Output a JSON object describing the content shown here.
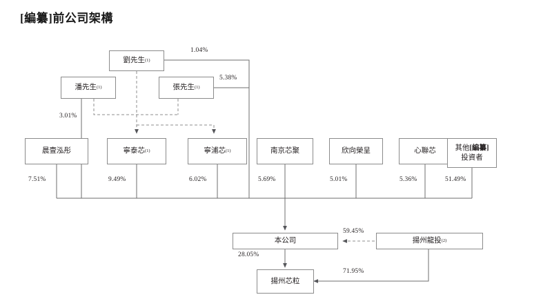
{
  "title": "[編纂]前公司架構",
  "nodes": {
    "liu": {
      "label": "劉先生",
      "note": "(1)"
    },
    "pan": {
      "label": "潘先生",
      "note": "(1)"
    },
    "zhang": {
      "label": "張先生",
      "note": "(1)"
    },
    "chenyi": {
      "label": "晨壹泓彤",
      "note": ""
    },
    "ningtai": {
      "label": "寧泰芯",
      "note": "(1)"
    },
    "ningpu": {
      "label": "寧浦芯",
      "note": "(1)"
    },
    "nanjing": {
      "label": "南京芯聚",
      "note": ""
    },
    "xinxiang": {
      "label": "欣向榮呈",
      "note": ""
    },
    "xinlian": {
      "label": "心聯芯",
      "note": ""
    },
    "other": {
      "label_line1_pre": "其他",
      "label_line1_mark": "[編纂]",
      "label_line2": "投資者"
    },
    "company": {
      "label": "本公司",
      "note": ""
    },
    "yangzhou_long": {
      "label": "揚州龍投",
      "note": "(2)"
    },
    "yangzhou_xin": {
      "label": "揚州芯粒",
      "note": ""
    }
  },
  "edges": {
    "liu_to_right": "1.04%",
    "zhang_to_right": "5.38%",
    "pan_to_chenyi": "3.01%",
    "chenyi_to_company": "7.51%",
    "ningtai_to_company": "9.49%",
    "ningpu_to_company": "6.02%",
    "nanjing_to_company": "5.69%",
    "xinxiang_to_company": "5.01%",
    "xinlian_to_company": "5.36%",
    "other_to_company": "51.49%",
    "long_to_company": "59.45%",
    "company_to_xin": "28.05%",
    "long_to_xin": "71.95%"
  },
  "colors": {
    "box_border": "#8a8a8a",
    "line": "#6e6e6e",
    "text": "#231f20",
    "background": "#ffffff"
  }
}
